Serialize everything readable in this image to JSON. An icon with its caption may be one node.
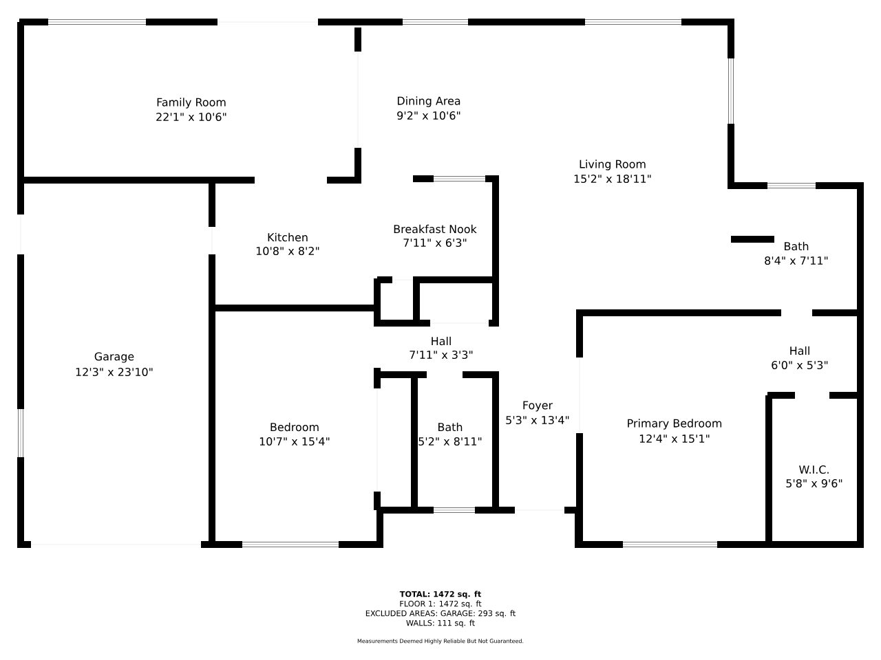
{
  "diagram": {
    "labels": [
      "Family Room",
      "22'1\" x 10'6\"",
      "Dining Area",
      "9'2\" x 10'6\"",
      "Living Room",
      "15'2\" x 18'11\"",
      "Breakfast Nook",
      "7'11\" x 6'3\"",
      "Kitchen",
      "10'8\" x 8'2\"",
      "Bath",
      "8'4\" x 7'11\"",
      "Hall",
      "7'11\" x 3'3\"",
      "Hall",
      "6'0\" x 5'3\"",
      "Garage",
      "12'3\" x 23'10\"",
      "Foyer",
      "5'3\" x 13'4\"",
      "Primary Bedroom",
      "12'4\" x 15'1\"",
      "Bedroom",
      "10'7\" x 15'4\"",
      "Bath",
      "5'2\" x 8'11\"",
      "W.I.C.",
      "5'8\" x 9'6\"",
      "TOTAL: 1472 sq. ft",
      "FLOOR 1: 1472 sq. ft",
      "EXCLUDED AREAS: GARAGE: 293 sq. ft",
      "WALLS: 111 sq. ft",
      "Measurements Deemed Highly Reliable But Not Guaranteed."
    ]
  }
}
